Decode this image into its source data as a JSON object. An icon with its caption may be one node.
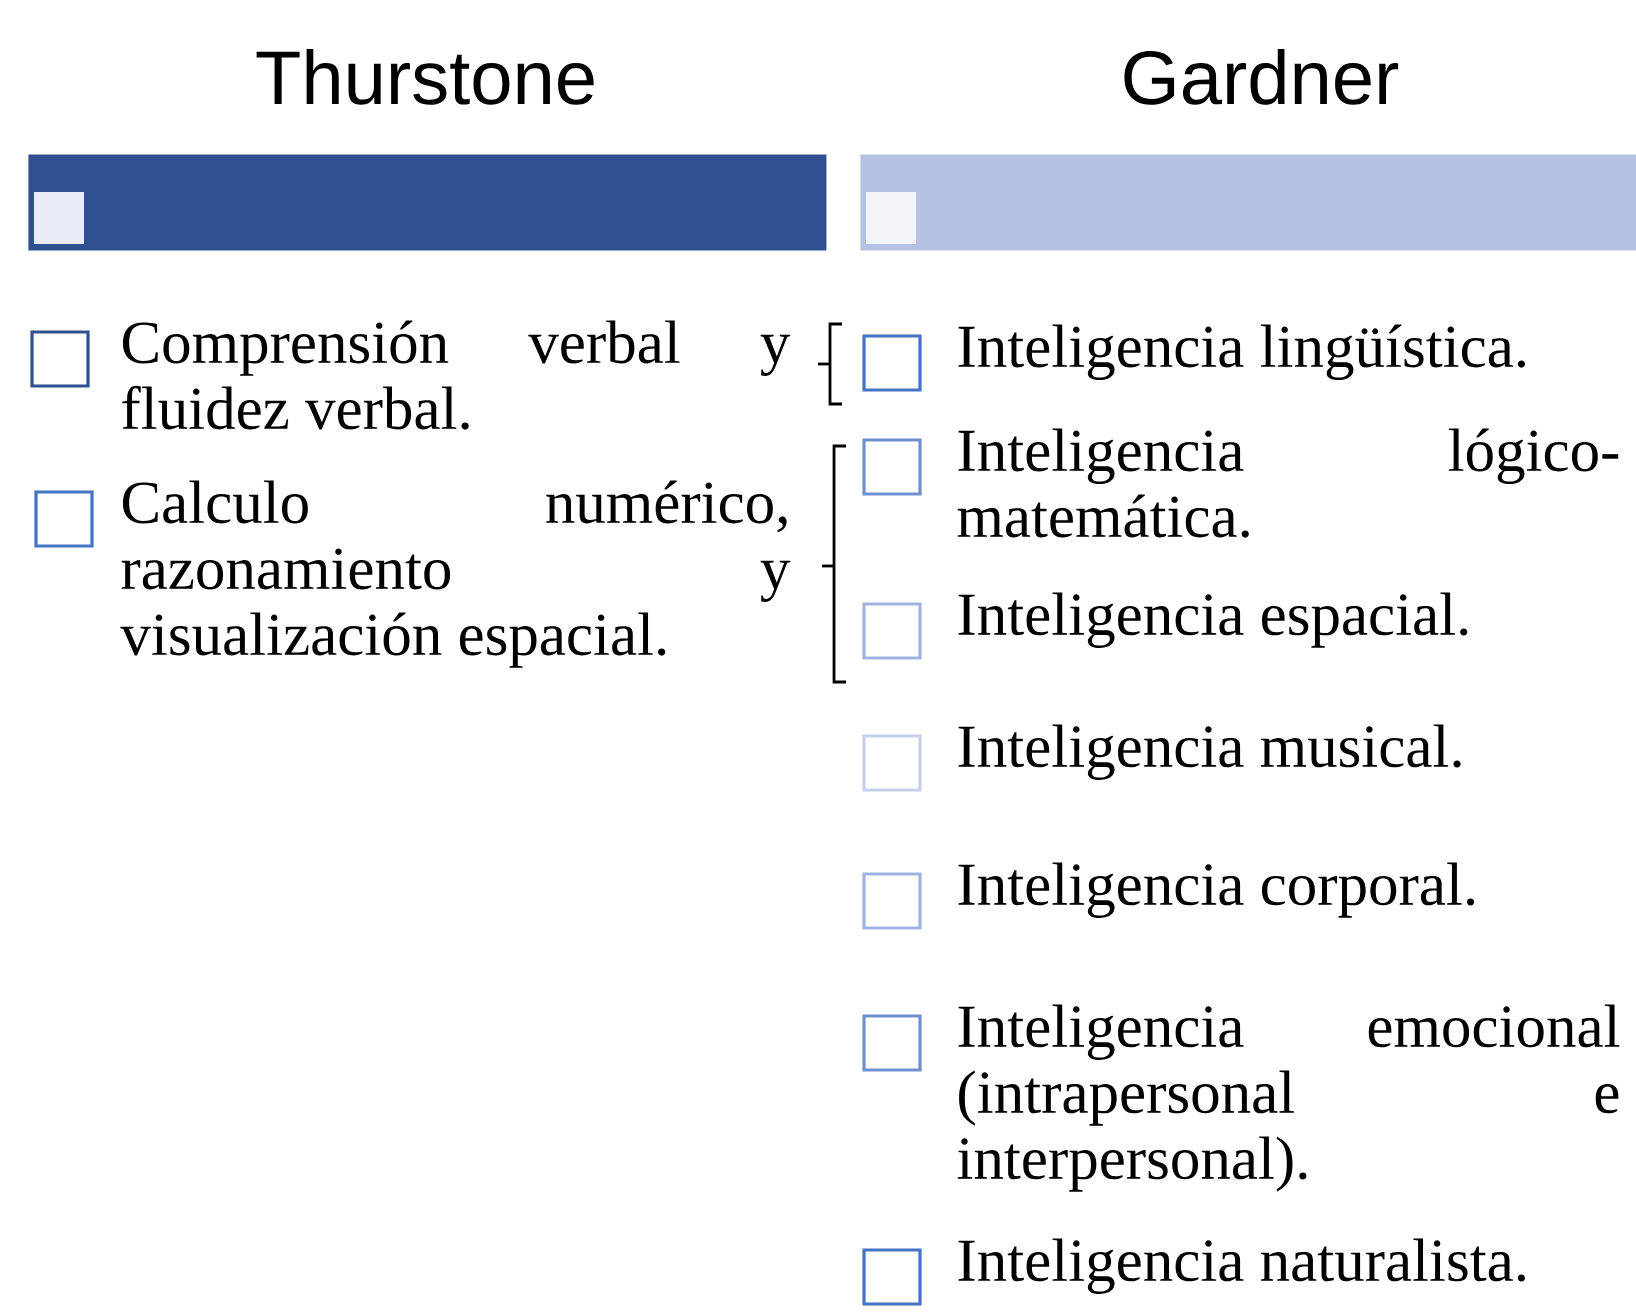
{
  "diagram": {
    "nodes": [
      {
        "text": [
          "Thurstone"
        ]
      },
      {
        "text": [
          "Gardner"
        ]
      }
    ],
    "labels": [
      "Comprensión verbal y fluidez verbal.",
      "Calculo numérico, razonamiento y visualización espacial.",
      "Inteligencia lingüística.",
      "Inteligencia lógico-matemática.",
      "Inteligencia espacial.",
      "Inteligencia musical.",
      "Inteligencia corporal.",
      "Inteligencia emocional (intrapersonal e interpersonal).",
      "Inteligencia naturalista."
    ]
  }
}
